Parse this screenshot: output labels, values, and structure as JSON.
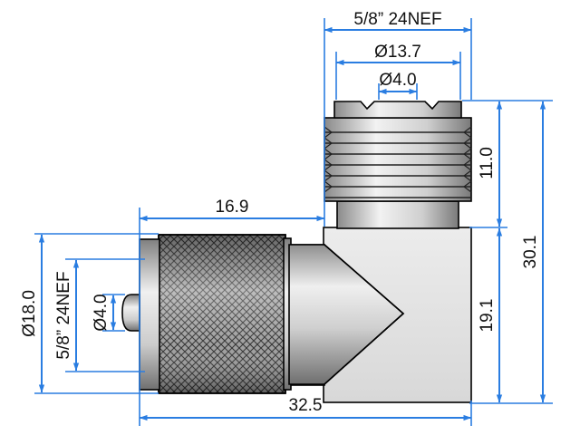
{
  "colors": {
    "dimension": "#2a7de1",
    "metal_light": "#e6e6e6",
    "metal_mid": "#a8a8a8",
    "metal_dark": "#555555",
    "outline": "#000000",
    "background": "#ffffff"
  },
  "top_connector": {
    "thread_label": "5/8” 24NEF",
    "outer_diameter_label": "Ø13.7",
    "pin_diameter_label": "Ø4.0"
  },
  "left_connector": {
    "overall_diameter_label": "Ø18.0",
    "thread_label": "5/8” 24NEF",
    "pin_diameter_label": "Ø4.0"
  },
  "dimensions": {
    "left_length_label": "16.9",
    "overall_width_label": "32.5",
    "top_height_label": "11.0",
    "body_height_label": "19.1",
    "overall_height_label": "30.1"
  }
}
